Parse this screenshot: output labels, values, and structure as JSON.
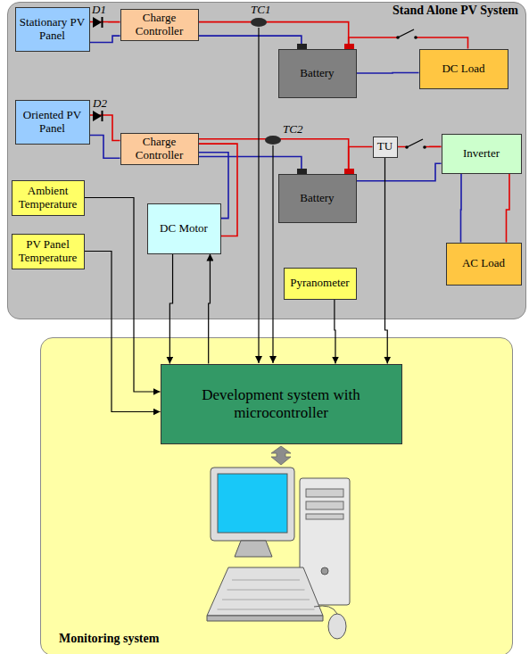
{
  "diagram": {
    "nodes": [
      {
        "text": [
          "Stand Alone PV System"
        ]
      },
      {
        "text": [
          "Stationary PV Panel"
        ],
        "in": 0
      },
      {
        "text": [
          "Charge Controller"
        ],
        "in": 0
      },
      {
        "text": [
          "Battery"
        ],
        "in": 0
      },
      {
        "text": [
          "DC Load"
        ],
        "in": 0
      },
      {
        "text": [
          "Oriented PV Panel"
        ],
        "in": 0
      },
      {
        "text": [
          "Charge Controller"
        ],
        "in": 0
      },
      {
        "text": [
          "Battery"
        ],
        "in": 0
      },
      {
        "text": [
          "TU"
        ],
        "in": 0
      },
      {
        "text": [
          "Inverter"
        ],
        "in": 0
      },
      {
        "text": [
          "Ambient Temperature"
        ],
        "in": 0
      },
      {
        "text": [
          "DC Motor"
        ],
        "in": 0
      },
      {
        "text": [
          "PV Panel Temperature"
        ],
        "in": 0
      },
      {
        "text": [
          "Pyranometer"
        ],
        "in": 0
      },
      {
        "text": [
          "AC Load"
        ],
        "in": 0
      },
      {
        "text": [
          "Monitoring system"
        ]
      },
      {
        "text": [
          "Development system with microcontroller"
        ],
        "in": 15
      }
    ],
    "edges": [
      {
        "from": 1,
        "to": 2,
        "arrow": "none"
      },
      {
        "from": 1,
        "to": 2,
        "arrow": "none"
      },
      {
        "from": 2,
        "to": 3,
        "arrow": "none"
      },
      {
        "from": 2,
        "to": 3,
        "arrow": "none"
      },
      {
        "from": 3,
        "to": 4,
        "arrow": "none"
      },
      {
        "from": 3,
        "to": 4,
        "arrow": "none"
      },
      {
        "from": 5,
        "to": 6,
        "arrow": "none"
      },
      {
        "from": 5,
        "to": 6,
        "arrow": "none"
      },
      {
        "from": 6,
        "to": 7,
        "arrow": "none"
      },
      {
        "from": 6,
        "to": 7,
        "arrow": "none"
      },
      {
        "from": 6,
        "to": 11,
        "arrow": "none"
      },
      {
        "from": 6,
        "to": 11,
        "arrow": "none"
      },
      {
        "from": 7,
        "to": 8,
        "arrow": "none"
      },
      {
        "from": 8,
        "to": 9,
        "arrow": "none"
      },
      {
        "from": 7,
        "to": 9,
        "arrow": "none"
      },
      {
        "from": 9,
        "to": 14,
        "arrow": "none"
      },
      {
        "from": 9,
        "to": 14,
        "arrow": "none"
      },
      {
        "from": 10,
        "to": 16,
        "arrow": "to"
      },
      {
        "from": 12,
        "to": 16,
        "arrow": "to"
      },
      {
        "from": 11,
        "to": 16,
        "arrow": "to"
      },
      {
        "from": 16,
        "to": 11,
        "arrow": "to"
      },
      {
        "from": 13,
        "to": 16,
        "arrow": "to"
      },
      {
        "from": 8,
        "to": 16,
        "arrow": "to"
      }
    ],
    "labels": [
      "D1",
      "TC1",
      "D2",
      "TC2"
    ]
  }
}
